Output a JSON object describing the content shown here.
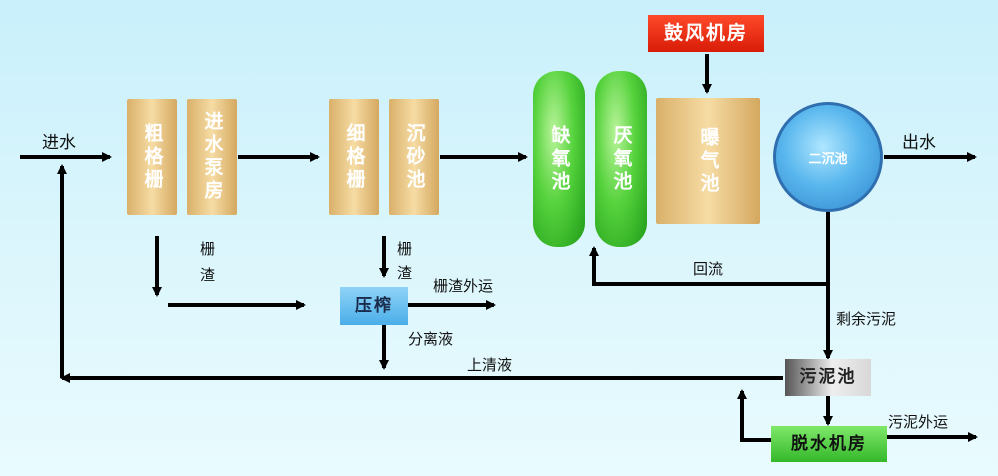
{
  "nodes": {
    "coarse_screen": "粗格栅",
    "intake_pump": "进水泵房",
    "fine_screen": "细格栅",
    "grit_chamber": "沉砂池",
    "anoxic_tank": "缺氧池",
    "anaerobic_tank": "厌氧池",
    "aeration_tank": "曝气池",
    "blower_room": "鼓风机房",
    "secondary_clarifier": "二沉池",
    "press": "压榨",
    "sludge_tank": "污泥池",
    "dewatering_room": "脱水机房"
  },
  "labels": {
    "inflow": "进水",
    "outflow": "出水",
    "screenings_1": "栅渣",
    "screenings_2": "栅渣",
    "screenings_transport": "栅渣外运",
    "separated_liquid": "分离液",
    "reflux": "回流",
    "excess_sludge": "剩余污泥",
    "supernatant": "上清液",
    "sludge_transport": "污泥外运"
  },
  "colors": {
    "arrow": "#000000",
    "tan_box": "#e8c58a",
    "green_tank": "#3cc22c",
    "blower_red": "#e8260f",
    "press_blue": "#6cc3f2",
    "dewater_green": "#4ccd3a"
  }
}
